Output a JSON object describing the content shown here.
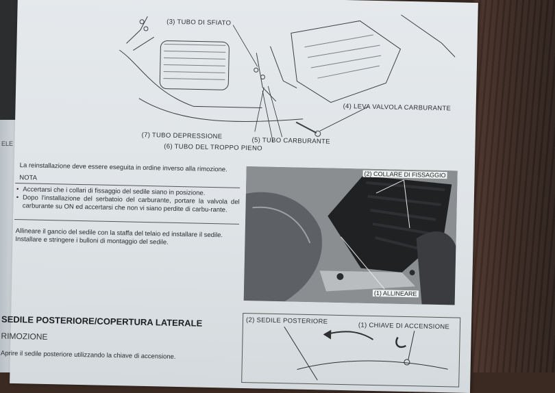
{
  "diagram_top": {
    "labels": {
      "tubo_sfiato": "(3) TUBO DI SFIATO",
      "leva_valvola": "(4) LEVA VALVOLA CARBURANTE",
      "tubo_depressione": "(7) TUBO DEPRESSIONE",
      "tubo_carburante": "(5) TUBO CARBURANTE",
      "tubo_troppo_pieno": "(6) TUBO DEL TROPPO PIENO"
    }
  },
  "text": {
    "reinstall": "La reinstallazione deve essere eseguita in ordine inverso alla rimozione.",
    "nota_title": "NOTA",
    "nota_items": [
      "Accertarsi che i collari di fissaggio del sedile siano in posizione.",
      "Dopo l'installazione del serbatoio del carburante, portare la valvola del carburante su ON ed accertarsi che non vi siano perdite di carbu-rante."
    ],
    "align": "Allineare il gancio del sedile con la staffa del telaio ed installare il sedile. Installare e stringere i bulloni di montaggio del sedile."
  },
  "photo": {
    "label_collare": "(2) COLLARE DI FISSAGGIO",
    "label_allineare": "(1) ALLINEARE"
  },
  "section": {
    "title": "SEDILE POSTERIORE/COPERTURA LATERALE",
    "subtitle": "RIMOZIONE",
    "body": "Aprire il sedile posteriore utilizzando la chiave di accensione."
  },
  "diagram_bottom": {
    "label_sedile": "(2) SEDILE POSTERIORE",
    "label_chiave": "(1) CHIAVE DI ACCENSIONE"
  },
  "left_page": {
    "margin_text": "ELE"
  }
}
